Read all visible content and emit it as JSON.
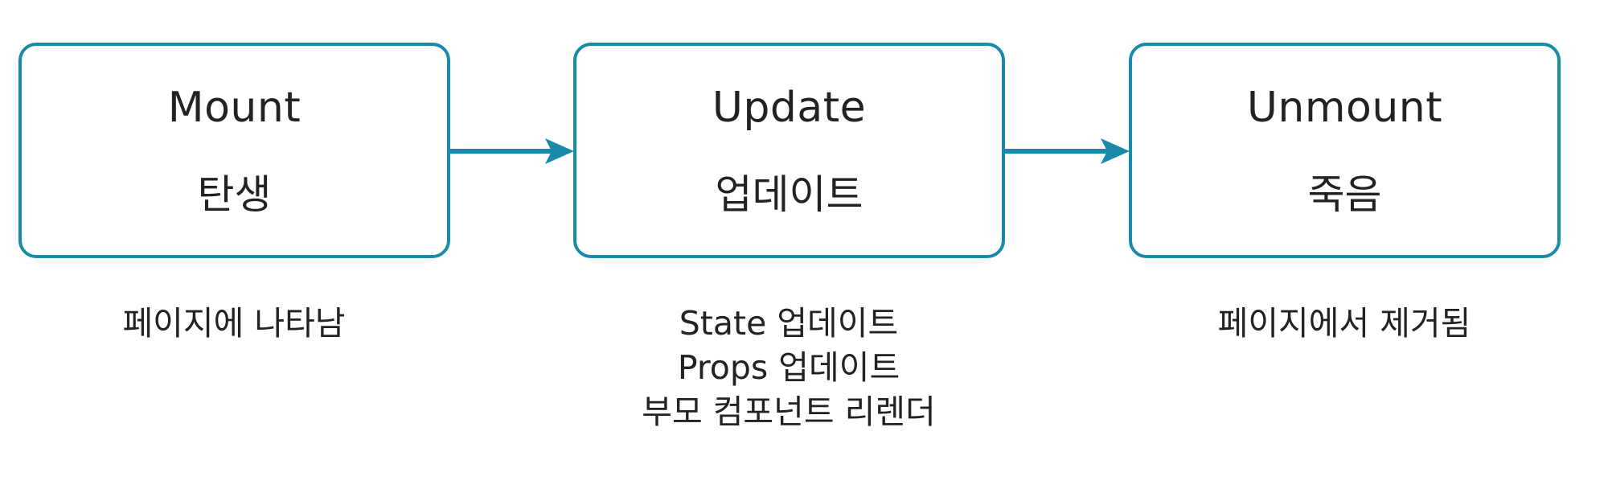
{
  "colors": {
    "accent": "#1a8aab",
    "text": "#222222",
    "background": "#ffffff"
  },
  "stages": [
    {
      "english": "Mount",
      "korean": "탄생"
    },
    {
      "english": "Update",
      "korean": "업데이트"
    },
    {
      "english": "Unmount",
      "korean": "죽음"
    }
  ],
  "descriptions": [
    {
      "lines": [
        "페이지에 나타남"
      ]
    },
    {
      "lines": [
        "State 업데이트",
        "Props 업데이트",
        "부모 컴포넌트 리렌더"
      ]
    },
    {
      "lines": [
        "페이지에서 제거됨"
      ]
    }
  ]
}
